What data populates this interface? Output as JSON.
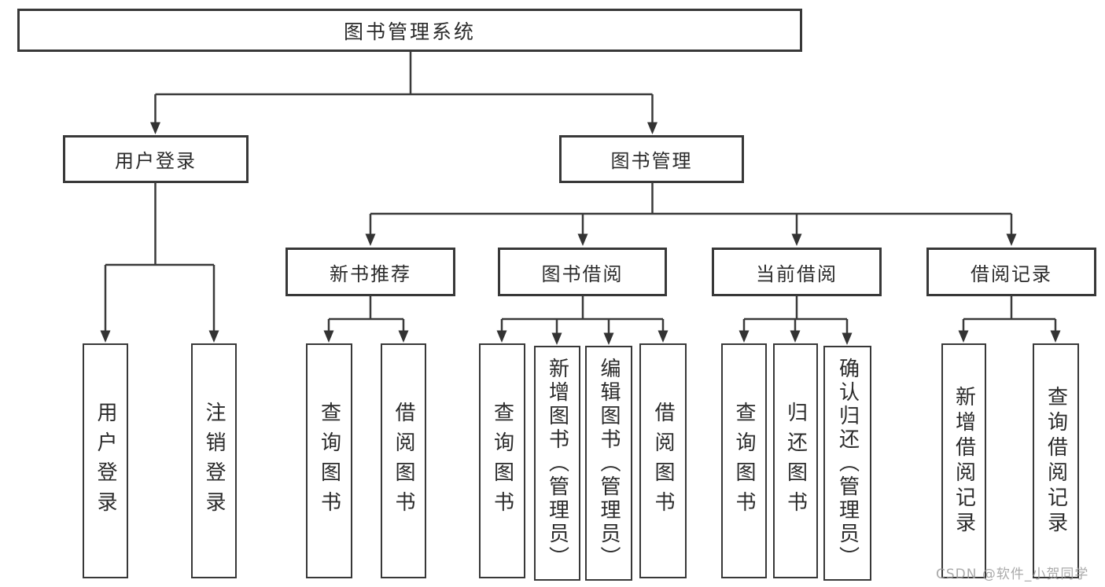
{
  "diagram": {
    "root": {
      "label": "图书管理系统",
      "children": [
        {
          "label": "用户登录",
          "children": [
            {
              "label": "用户登录"
            },
            {
              "label": "注销登录"
            }
          ]
        },
        {
          "label": "图书管理",
          "children": [
            {
              "label": "新书推荐",
              "children": [
                {
                  "label": "查询图书"
                },
                {
                  "label": "借阅图书"
                }
              ]
            },
            {
              "label": "图书借阅",
              "children": [
                {
                  "label": "查询图书"
                },
                {
                  "label": "新增图书（管理员）"
                },
                {
                  "label": "编辑图书（管理员）"
                },
                {
                  "label": "借阅图书"
                }
              ]
            },
            {
              "label": "当前借阅",
              "children": [
                {
                  "label": "查询图书"
                },
                {
                  "label": "归还图书"
                },
                {
                  "label": "确认归还（管理员）"
                }
              ]
            },
            {
              "label": "借阅记录",
              "children": [
                {
                  "label": "新增借阅记录"
                },
                {
                  "label": "查询借阅记录"
                }
              ]
            }
          ]
        }
      ]
    }
  },
  "watermark": {
    "text": "CSDN @软件_小贺同学",
    "color": "#9c9c9c"
  },
  "colors": {
    "background": "#ffffff",
    "line": "#3a3a3a",
    "box_border": "#383838",
    "text": "#2b2b2b"
  }
}
